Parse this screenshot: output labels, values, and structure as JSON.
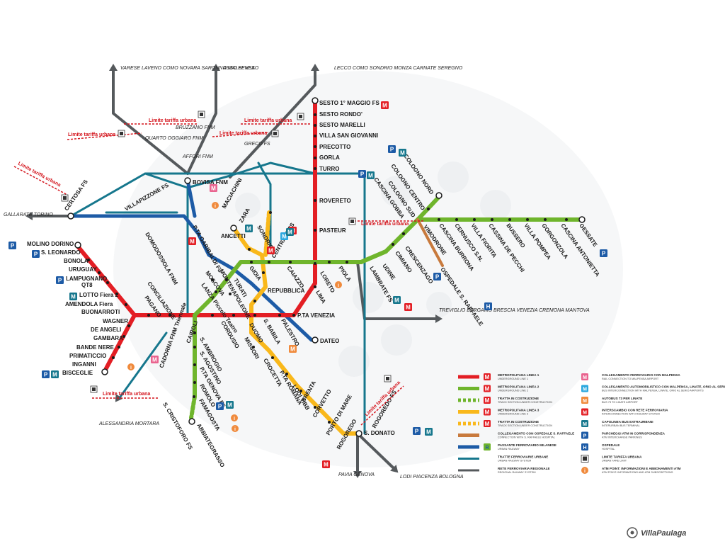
{
  "colors": {
    "line1": "#e31e24",
    "line2": "#6fb52c",
    "line3": "#f9b81b",
    "passante": "#1d5ba6",
    "urban_rail": "#16778d",
    "regional_rail": "#55595c",
    "hospital_link": "#c87a3d",
    "limit": "#d4141c"
  },
  "limit_label": "Limite tariffa urbana",
  "line1_stations": [
    "SESTO 1° MAGGIO FS",
    "SESTO RONDO'",
    "SESTO MARELLI",
    "VILLA SAN GIOVANNI",
    "PRECOTTO",
    "GORLA",
    "TURRO",
    "ROVERETO",
    "PASTEUR",
    "LORETO",
    "LIMA",
    "P.TA VENEZIA",
    "PALESTRO",
    "S. BABILA",
    "DUOMO",
    "CORDUSIO",
    "CAIROLI",
    "CADORNA FNM Triennale",
    "CONCILIAZIONE",
    "PAGANO",
    "BUONARROTI",
    "AMENDOLA Fiera",
    "LOTTO Fiera 2",
    "QT8",
    "LAMPUGNANO",
    "URUGUAY",
    "BONOLA",
    "S. LEONARDO",
    "MOLINO DORINO",
    "WAGNER",
    "DE ANGELI",
    "GAMBARA",
    "BANDE NERE",
    "PRIMATICCIO",
    "INGANNI",
    "BISCEGLIE"
  ],
  "line2_stations": [
    "GESSATE",
    "CASCINA ANTONIETTA",
    "GORGONZOLA",
    "VILLA POMPEA",
    "BUSSERO",
    "CASSINA DE PECCHI",
    "VILLA FIORITA",
    "CERNUSCO S.N.",
    "CASCINA BURRONA",
    "VIMODRONE",
    "COLOGNO NORD",
    "COLOGNO CENTRO",
    "COLOGNO SUD",
    "CASCINA GOBBA",
    "CRESCENZAGO",
    "CIMIANO",
    "UDINE",
    "LAMBRATE FS",
    "PIOLA",
    "LORETO",
    "CAIAZZO",
    "CENTRALE FS",
    "GIOIA",
    "GARIBALDI FS",
    "MOSCOVA",
    "LANZA Piccolo Teatro",
    "CADORNA FNM",
    "S. AMBROGIO",
    "S. AGOSTINO",
    "P.TA GENOVA FS",
    "ROMOLO",
    "FAMAGOSTA",
    "ABBIATEGRASSO"
  ],
  "line3_stations": [
    "MACIACHINI",
    "ZARA",
    "SONDRIO",
    "CENTRALE FS",
    "REPUBBLICA",
    "TURATI",
    "MONTENAPOLEONE",
    "DUOMO",
    "MISSORI",
    "CROCETTA",
    "P.TA ROMANA",
    "LODI TIBB",
    "BRENTA",
    "CORVETTO",
    "PORTO DI MARE",
    "ROGOREDO",
    "S. DONATO"
  ],
  "other_labels": [
    "BOVISA FNM",
    "VILLAPIZZONE FS",
    "CERTOSA FS",
    "DOMODOSSOLA FNM",
    "DATEO",
    "ROGOREDO FS",
    "S. CRISTOFORO FS",
    "P.TA GARIBALDI FS",
    "GRECO FS",
    "AFFORI FNM",
    "QUARTO OGGIARO FNM",
    "BRUZZANO FNM",
    "ANCETTI",
    "OSPEDALE S. RAFFAELE"
  ],
  "destinations": [
    "VARESE LAVENO COMO NOVARA SARONNO MALPENSA",
    "ASSO SEVESO",
    "LECCO COMO SONDRIO MONZA CARNATE SEREGNO",
    "GALLARATE TORINO",
    "TREVIGLIO BERGAMO BRESCIA VENEZIA CREMONA MANTOVA",
    "LODI PIACENZA BOLOGNA",
    "PAVIA GENOVA",
    "ALESSANDRIA MORTARA"
  ],
  "legend": [
    {
      "title": "METROPOLITANA LINEA 1",
      "sub": "UNDERGROUND LINE 1"
    },
    {
      "title": "METROPOLITANA LINEA 2",
      "sub": "UNDERGROUND LINE 2"
    },
    {
      "title": "TRATTA IN COSTRUZIONE",
      "sub": "TRACK SECTION UNDER CONSTRUCTION"
    },
    {
      "title": "METROPOLITANA LINEA 3",
      "sub": "UNDERGROUND LINE 3"
    },
    {
      "title": "TRATTA IN COSTRUZIONE",
      "sub": "TRACK SECTION UNDER CONSTRUCTION"
    },
    {
      "title": "COLLEGAMENTO CON OSPEDALE S. RAFFAELE",
      "sub": "CONNECTION WITH S. RAFFAELE HOSPITAL"
    },
    {
      "title": "PASSANTE FERROVIARIO MILANESE",
      "sub": "URBAN RAILWAY"
    },
    {
      "title": "TRATTE FERROVIARIE URBANE",
      "sub": "URBAN RAILWAY SYSTEM"
    },
    {
      "title": "RETE FERROVIARIA REGIONALE",
      "sub": "REGIONAL RAILWAY SYSTEM"
    }
  ],
  "legend_right": [
    {
      "title": "COLLEGAMENTO FERROVIARIO CON MALPENSA",
      "sub": "RAIL CONNECTION TO MALPENSA AIRPORT"
    },
    {
      "title": "COLLEGAMENTO AUTOMOBILISTICO CON MALPENSA, LINATE, ORIO AL SERIO",
      "sub": "BUS INTERCONNECTION WITH MALPENSA, LINATE, ORIO AL SERIO AIRPORTS"
    },
    {
      "title": "AUTOBUS 73 PER LINATE",
      "sub": "BUS 73 TO LINATE AIRPORT"
    },
    {
      "title": "INTERSCAMBIO CON RETE FERROVIARIA",
      "sub": "INTERCONNECTION WITH RAILWAY SYSTEM"
    },
    {
      "title": "CAPOLINEA BUS EXTRAURBANI",
      "sub": "INTERURBAN BUS TERMINAL"
    },
    {
      "title": "PARCHEGGI ATM IN CORRISPONDENZA",
      "sub": "ATM INTERCHANGE PARKINGS"
    },
    {
      "title": "OSPEDALE",
      "sub": "HOSPITAL"
    },
    {
      "title": "LIMITE TARIFFA URBANA",
      "sub": "URBAN FARE LIMIT"
    },
    {
      "title": "ATM POINT: INFORMAZIONI E ABBONAMENTI ATM",
      "sub": "ATM POINT: INFORMATIONS AND ATM SUBSCRIPTIONS"
    }
  ],
  "legend_icon_letters": {
    "metro": "M",
    "parking": "P",
    "hospital": "H",
    "info": "i",
    "passante": "R"
  },
  "credit": "VillaPaulaga"
}
